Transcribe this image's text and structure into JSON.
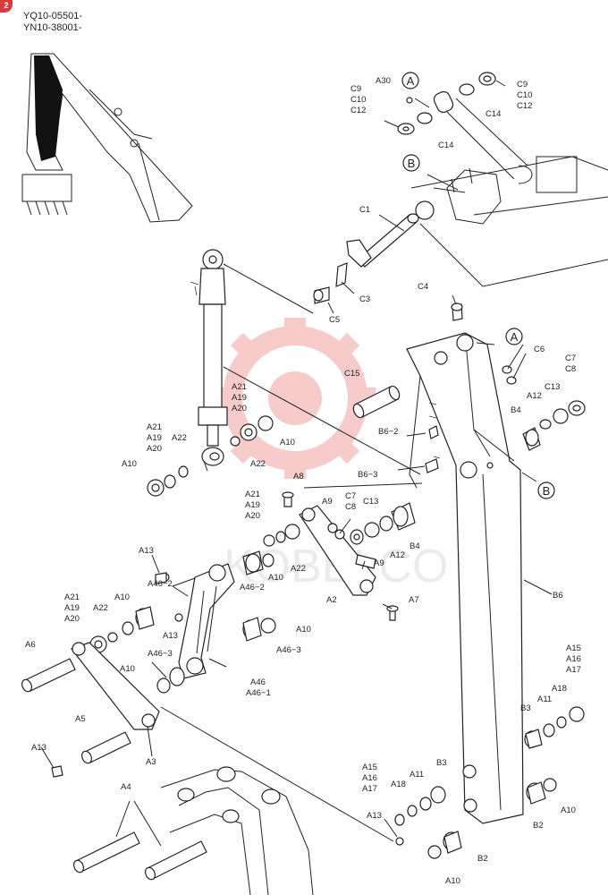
{
  "page": {
    "badge": "2",
    "serials": [
      "YQ10-05501-",
      "YN10-38001-"
    ],
    "watermark": "KOBELCO"
  },
  "section_markers": {
    "a_top": "A",
    "a_right": "A",
    "b_top": "B",
    "b_right": "B"
  },
  "labels": {
    "c9_left": "C9",
    "c10_left": "C10",
    "c12_left": "C12",
    "a30": "A30",
    "c9_right": "C9",
    "c10_right": "C10",
    "c12_right": "C12",
    "c14_a": "C14",
    "c14_b": "C14",
    "c1": "C1",
    "c3": "C3",
    "c5": "C5",
    "c4": "C4",
    "c15": "C15",
    "c6": "C6",
    "c7_top": "C7",
    "c8_top": "C8",
    "a12_top": "A12",
    "c13_top": "C13",
    "b4_top": "B4",
    "b6_2": "B6−2",
    "b6_3": "B6−3",
    "a21_top": "A21",
    "a19_top": "A19",
    "a20_top": "A20",
    "a10_top": "A10",
    "a22_top": "A22",
    "a21_left": "A21",
    "a19_left": "A19",
    "a20_left": "A20",
    "a22_left": "A22",
    "a10_left": "A10",
    "a8": "A8",
    "a21_mid": "A21",
    "a19_mid": "A19",
    "a20_mid": "A20",
    "a9_a": "A9",
    "a9_b": "A9",
    "c7_mid": "C7",
    "c8_mid": "C8",
    "c13_mid": "C13",
    "a12_mid": "A12",
    "b4_mid": "B4",
    "a10_mid": "A10",
    "a22_mid": "A22",
    "a13_top": "A13",
    "a46_2_a": "A46−2",
    "a46_2_b": "A46−2",
    "a21_lower": "A21",
    "a19_lower": "A19",
    "a20_lower": "A20",
    "a22_lower": "A22",
    "a10_lower": "A10",
    "a2": "A2",
    "a7": "A7",
    "a13_mid": "A13",
    "a10_right": "A10",
    "a46_3_a": "A46−3",
    "a6": "A6",
    "a46_3_b": "A46−3",
    "a10_low": "A10",
    "a46": "A46",
    "a46_1": "A46−1",
    "b6": "B6",
    "a15_right": "A15",
    "a16_right": "A16",
    "a17_right": "A17",
    "a18_right": "A18",
    "a11_right": "A11",
    "b3_right": "B3",
    "a5": "A5",
    "a3": "A3",
    "a13_low": "A13",
    "a15_bot": "A15",
    "a16_bot": "A16",
    "a17_bot": "A17",
    "a11_bot": "A11",
    "b3_bot": "B3",
    "a18_bot": "A18",
    "a4": "A4",
    "a13_bot": "A13",
    "a10_br": "A10",
    "b2_right": "B2",
    "b2_bot": "B2",
    "a10_bot": "A10"
  },
  "colors": {
    "line": "#222222",
    "watermark": "#e84848",
    "badge": "#d93a3a"
  }
}
